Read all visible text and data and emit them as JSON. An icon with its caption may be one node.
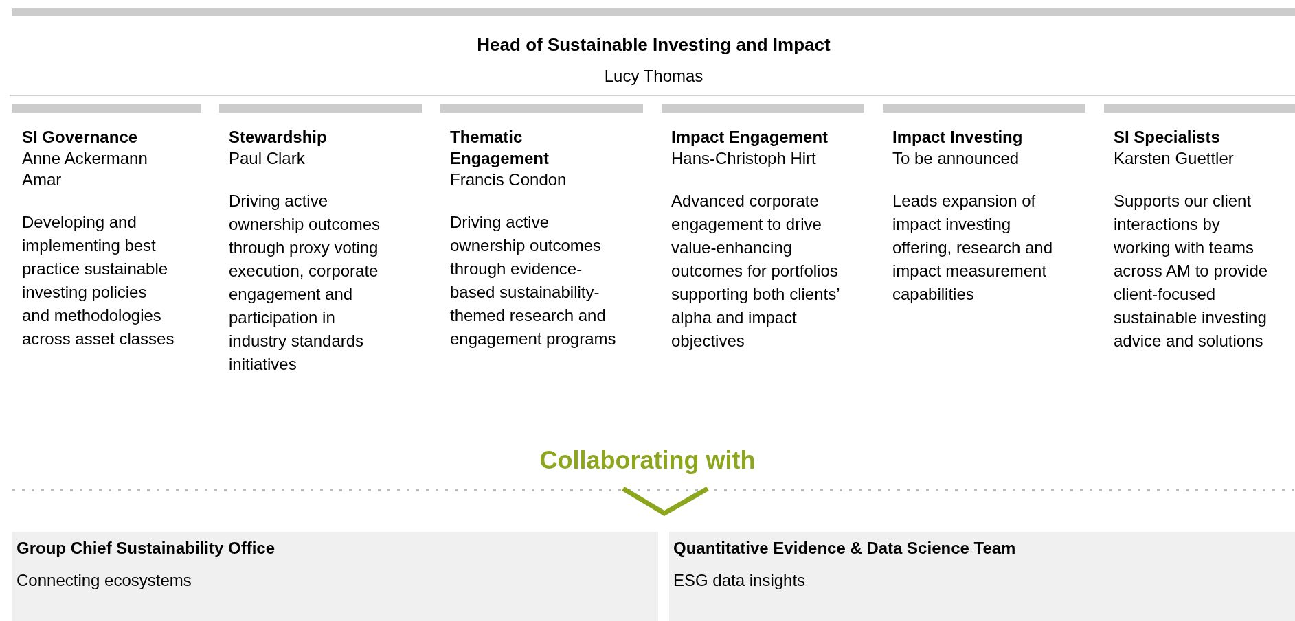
{
  "diagram": {
    "nodes": [
      {
        "text": [
          "Head of Sustainable Investing and Impact",
          "Lucy Thomas"
        ]
      },
      {
        "text": [
          "SI Governance",
          "Anne Ackermann Amar",
          "Developing and implementing best practice sustainable investing policies and methodologies across asset classes"
        ]
      },
      {
        "text": [
          "Stewardship",
          "Paul Clark",
          "Driving active ownership outcomes through proxy voting execution, corporate engagement and participation in industry standards initiatives"
        ]
      },
      {
        "text": [
          "Thematic Engagement",
          "Francis Condon",
          "Driving active ownership outcomes through evidence-based sustainability-themed research and engagement programs"
        ]
      },
      {
        "text": [
          "Impact Engagement",
          "Hans-Christoph Hirt",
          "Advanced corporate engagement to drive value-enhancing outcomes for portfolios supporting both clients’ alpha and impact objectives"
        ]
      },
      {
        "text": [
          "Impact Investing",
          "To be announced",
          "Leads expansion of impact investing offering, research and impact measurement capabilities"
        ]
      },
      {
        "text": [
          "SI Specialists",
          "Karsten Guettler",
          "Supports our client interactions by working with teams across AM to provide client-focused sustainable investing advice and solutions"
        ]
      },
      {
        "text": [
          "Group Chief Sustainability Office",
          "Connecting ecosystems"
        ]
      },
      {
        "text": [
          "Quantitative Evidence & Data Science Team",
          "ESG data insights"
        ]
      }
    ],
    "labels": [
      "Collaborating with"
    ]
  }
}
